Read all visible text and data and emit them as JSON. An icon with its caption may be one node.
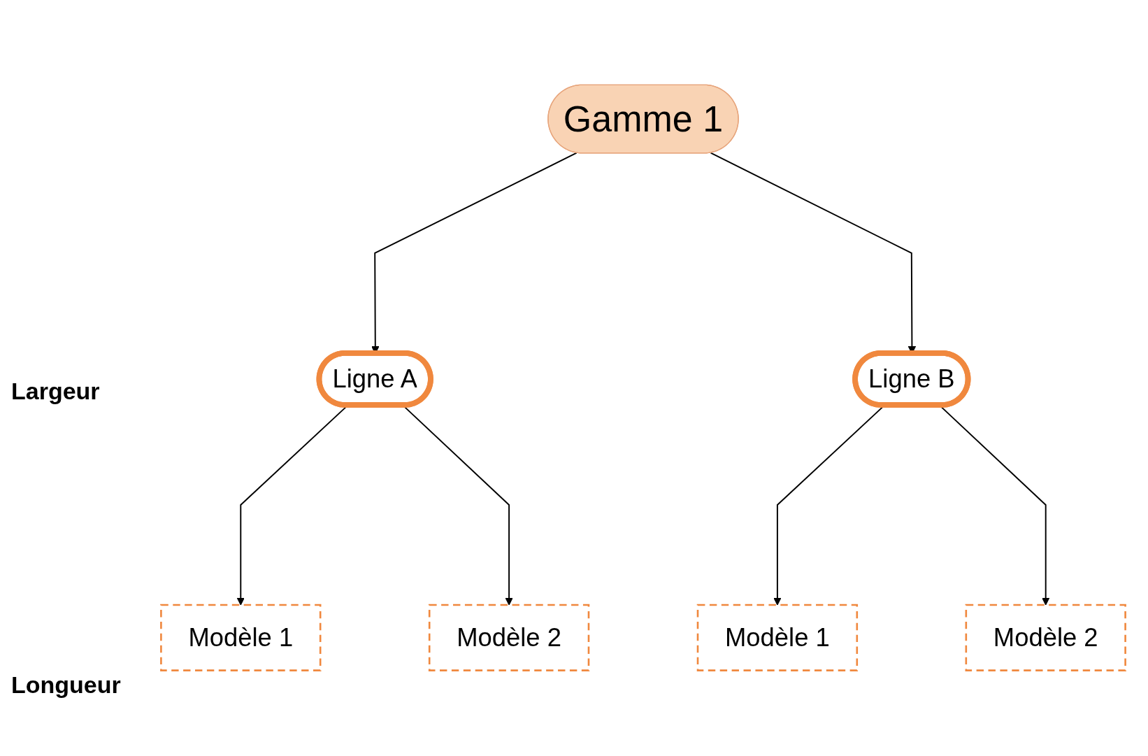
{
  "diagram": {
    "nodes": [
      {
        "text": [
          "Gamme 1"
        ]
      },
      {
        "text": [
          "Ligne A"
        ]
      },
      {
        "text": [
          "Ligne B"
        ]
      },
      {
        "text": [
          "Modèle 1"
        ]
      },
      {
        "text": [
          "Modèle 2"
        ]
      },
      {
        "text": [
          "Modèle 1"
        ]
      },
      {
        "text": [
          "Modèle 2"
        ]
      }
    ],
    "edges": [
      {
        "from": 0,
        "to": 1,
        "arrow": "to"
      },
      {
        "from": 0,
        "to": 2,
        "arrow": "to"
      },
      {
        "from": 1,
        "to": 3,
        "arrow": "to"
      },
      {
        "from": 1,
        "to": 4,
        "arrow": "to"
      },
      {
        "from": 2,
        "to": 5,
        "arrow": "to"
      },
      {
        "from": 2,
        "to": 6,
        "arrow": "to"
      }
    ],
    "labels": [
      "Largeur",
      "Longueur"
    ]
  }
}
